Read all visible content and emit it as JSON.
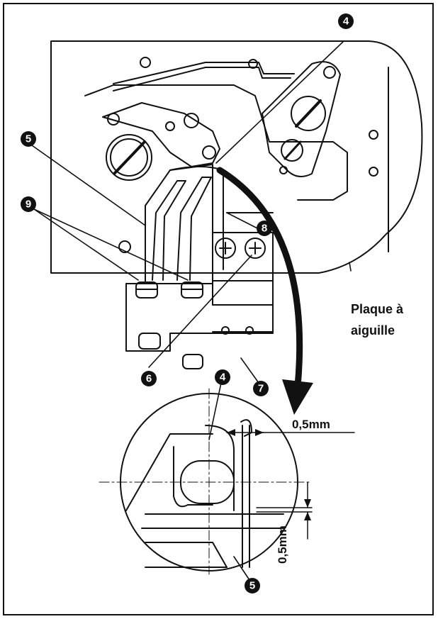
{
  "labels": {
    "plate_line1": "Plaque à",
    "plate_line2": "aiguille",
    "dim_horizontal": "0,5mm",
    "dim_vertical": "0,5mm"
  },
  "callouts": {
    "c4_top": "4",
    "c5_left": "5",
    "c9_left": "9",
    "c8": "8",
    "c6": "6",
    "c7": "7",
    "c4_detail": "4",
    "c5_detail": "5"
  }
}
